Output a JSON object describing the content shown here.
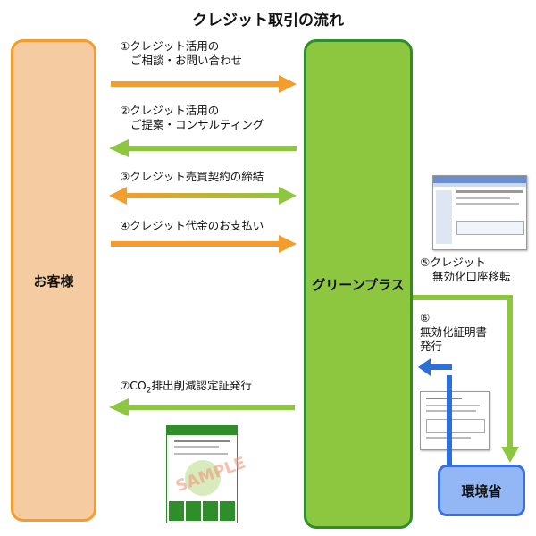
{
  "title": "クレジット取引の流れ",
  "customer_label": "お客様",
  "green_label": "グリーンプラス",
  "env_label": "環境省",
  "steps": {
    "s1_line1": "①クレジット活用の",
    "s1_line2": "ご相談・お問い合わせ",
    "s2_line1": "②クレジット活用の",
    "s2_line2": "ご提案・コンサルティング",
    "s3": "③クレジット売買契約の締結",
    "s4": "④クレジット代金のお支払い",
    "s5_line1": "⑤クレジット",
    "s5_line2": "無効化口座移転",
    "s6_line1": "⑥",
    "s6_line2": "無効化証明書",
    "s6_line3": "発行",
    "s7_pre": "⑦CO",
    "s7_sub": "2",
    "s7_post": "排出削減認定証発行"
  },
  "cert_sample_text": "SAMPLE",
  "colors": {
    "orange": "#f49d2c",
    "green_arrow": "#8dc63f",
    "green_border": "#2f8d2a",
    "blue_arrow": "#2c6fd9",
    "customer_fill": "#f5cba1",
    "env_fill": "#93b7f5"
  }
}
